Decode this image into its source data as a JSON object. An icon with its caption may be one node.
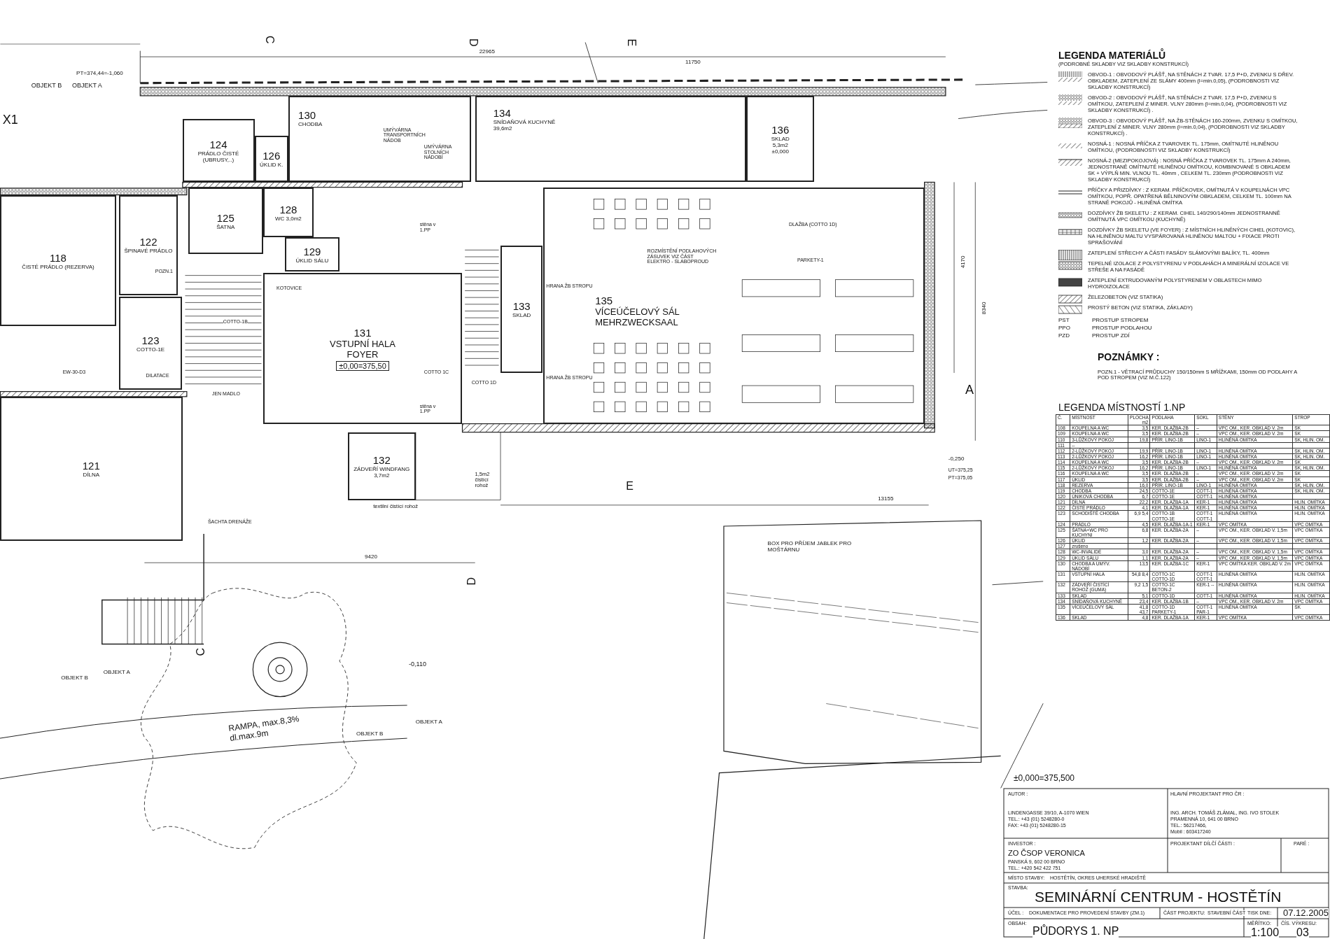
{
  "diagram": {
    "title": "SEMINÁRNÍ CENTRUM - HOSTĚTÍN",
    "nodes": [
      {
        "text": [
          "118",
          "ČISTÉ PRÁDLO (REZERVA)"
        ]
      },
      {
        "text": [
          "122",
          "ŠPINAVÉ PRÁDLO"
        ]
      },
      {
        "text": [
          "123",
          "COTTO-1E"
        ]
      },
      {
        "text": [
          "121",
          "DÍLNA"
        ]
      },
      {
        "text": [
          "124",
          "PRÁDLO ČISTÉ (UBRUSY,..)"
        ]
      },
      {
        "text": [
          "126",
          "ÚKLID K."
        ]
      },
      {
        "text": [
          "125",
          "ŠATNA"
        ]
      },
      {
        "text": [
          "128",
          "WC 3,0m2"
        ]
      },
      {
        "text": [
          "129",
          "ÚKLID SÁLU"
        ]
      },
      {
        "text": [
          "130",
          "CHODBA"
        ]
      },
      {
        "text": [
          "131",
          "VSTUPNÍ HALA FOYER",
          "±0,00=375,50"
        ]
      },
      {
        "text": [
          "132",
          "ZÁDVEŘÍ WINDFANG",
          "3,7m2"
        ]
      },
      {
        "text": [
          "133",
          "SKLAD"
        ]
      },
      {
        "text": [
          "134",
          "SNÍDAŇOVÁ KUCHYNĚ",
          "39,6m2"
        ]
      },
      {
        "text": [
          "135",
          "VÍCEÚČELOVÝ SÁL MEHRZWECKSAAL"
        ]
      },
      {
        "text": [
          "136",
          "SKLAD",
          "5,3m2",
          "±0,000"
        ]
      },
      {
        "text": [
          "BOX PRO PŘÍJEM JABLEK PRO MOŠTÁRNU"
        ]
      },
      {
        "text": [
          "RAMPA, max.8,3%",
          "dl.max.9m"
        ]
      }
    ],
    "labels": [
      "PT=374,44=-1,060",
      "OBJEKT B",
      "OBJEKT A",
      "X1",
      "C",
      "D",
      "E",
      "22965",
      "11750",
      "UMÝVÁRNA TRANSPORTNÍCH NÁDOB",
      "UMÝVÁRNA STOLNÍCH NÁDOBÍ",
      "KOTOVICE",
      "POZN.1",
      "EW-30-D3",
      "COTTO-1B",
      "JEN MADLO",
      "DILATACE",
      "COTTO 1C",
      "COTTO 1D",
      "stěna v 1.PP",
      "stěna v 1.PP",
      "HRANA ŽB STROPU",
      "HRANA ŽB STROPU",
      "ROZMÍSTĚNÍ PODLAHOVÝCH ZÁSUVEK VIZ ČÁST ELEKTRO - SLABOPROUD",
      "DLAŽBA (COTTO 1D)",
      "PARKETY-1",
      "A",
      "-0,250",
      "UT=375,25",
      "PT=375,05",
      "13155",
      "E",
      "9420",
      "ŠACHTA DRENÁŽE",
      "D",
      "C",
      "-0,110",
      "OBJEKT B",
      "OBJEKT A",
      "OBJEKT B",
      "OBJEKT A",
      "textilní čistící rohož",
      "1,5m2 čistící rohož",
      "8340",
      "4170",
      "LEGENDA MATERIÁLŮ",
      "(PODROBNÉ SKLADBY VIZ SKLADBY KONSTRUKCÍ)",
      "PST",
      "PROSTUP STROPEM",
      "PPO",
      "PROSTUP PODLAHOU",
      "PZD",
      "PROSTUP ZDÍ",
      "POZNÁMKY :",
      "POZN.1 - VĚTRACÍ PRŮDUCHY 150/150mm S MŘÍŽKAMI, 150mm OD PODLAHY A POD STROPEM (VIZ M.Č.122)",
      "LEGENDA MÍSTNOSTÍ 1.NP",
      "Č.",
      "MÍSTNOST",
      "PLOCHA m2",
      "PODLAHA",
      "SOKL",
      "STĚNY",
      "STROP",
      "108",
      "KOUPELNA A WC",
      "3,5",
      "KER. DLAŽBA-2B",
      "–",
      "VPC OM., KER. OBKLAD V. 2m",
      "SK",
      "109",
      "KOUPELNA A WC",
      "3,5",
      "KER. DLAŽBA-2B",
      "–",
      "VPC OM., KER. OBKLAD V. 2m",
      "SK",
      "110",
      "3-LŮŽKOVÝ POKOJ",
      "19,8",
      "PŘÍR. LINO-1B",
      "LINO-1",
      "HLINĚNÁ OMÍTKA",
      "SK, HLIN. OM.",
      "111",
      "--",
      "112",
      "2-LŮŽKOVÝ POKOJ",
      "19,9",
      "PŘÍR. LINO-1B",
      "LINO-1",
      "HLINĚNÁ OMÍTKA",
      "SK, HLIN. OM.",
      "113",
      "2-LŮŽKOVÝ POKOJ",
      "16,2",
      "PŘÍR. LINO-1B",
      "LINO-1",
      "HLINĚNÁ OMÍTKA",
      "SK, HLIN. OM.",
      "114",
      "KOUPELNA A WC",
      "3,5",
      "KER. DLAŽBA-2B",
      "–",
      "VPC OM., KER. OBKLAD V. 2m",
      "SK",
      "115",
      "2-LŮŽKOVÝ POKOJ",
      "16,2",
      "PŘÍR. LINO-1B",
      "LINO-1",
      "HLINĚNÁ OMÍTKA",
      "SK, HLIN. OM.",
      "116",
      "KOUPELNA A WC",
      "3,5",
      "KER. DLAŽBA-2B",
      "–",
      "VPC OM., KER. OBKLAD V. 2m",
      "SK",
      "117",
      "ÚKLID",
      "3,5",
      "KER. DLAŽBA-2B",
      "–",
      "VPC OM., KER. OBKLAD V. 2m",
      "SK",
      "118",
      "REZERVA",
      "16,0",
      "PŘÍR. LINO-1B",
      "LINO-1",
      "HLINĚNÁ OMÍTKA",
      "SK, HLIN. OM.",
      "119",
      "CHODBA",
      "24,5",
      "COTTO-1E",
      "COTT-1",
      "HLINĚNÁ OMÍTKA",
      "SK, HLIN. OM.",
      "120",
      "ÚNIKOVÁ CHODBA",
      "6,7",
      "COTTO-1E",
      "COTT-1",
      "HLINĚNÁ OMÍTKA",
      "121",
      "DÍLNA",
      "22,2",
      "KER. DLAŽBA-1A",
      "KER-1",
      "HLINĚNÁ OMÍTKA",
      "HLIN. OMÍTKA",
      "122",
      "ČISTÉ PRÁDLO",
      "4,1",
      "KER. DLAŽBA-1A",
      "KER-1",
      "HLINĚNÁ OMÍTKA",
      "HLIN. OMÍTKA",
      "123",
      "SCHODIŠTĚ CHODBA",
      "6,9 5,4",
      "COTTO-1B COTTO-1E",
      "COTT-1 COTT-1",
      "HLINĚNÁ OMÍTKA",
      "HLIN. OMÍTKA",
      "124",
      "PRÁDLO",
      "4,5",
      "KER. DLAŽBA-1A-1",
      "KER-1",
      "VPC OMÍTKA",
      "VPC OMÍTKA",
      "125",
      "ŠATNA+WC PRO KUCHYNI",
      "6,8",
      "KER. DLAŽBA-2A",
      "–",
      "VPC OM., KER. OBKLAD V. 1,5m",
      "VPC OMÍTKA",
      "126",
      "ÚKLID",
      "1,2",
      "KER. DLAŽBA-2A",
      "–",
      "VPC OM., KER. OBKLAD V. 1,5m",
      "VPC OMÍTKA",
      "127",
      "zrušeno",
      "128",
      "WC-INVALIDÉ",
      "3,0",
      "KER. DLAŽBA-2A",
      "–",
      "VPC OM., KER. OBKLAD V. 1,5m",
      "VPC OMÍTKA",
      "129",
      "ÚKLID SÁLU",
      "1,1",
      "KER. DLAŽBA-2A",
      "–",
      "VPC OM., KER. OBKLAD V. 1,5m",
      "VPC OMÍTKA",
      "130",
      "CHODBA A UMÝV. NÁDOBÍ",
      "13,5",
      "KER. DLAŽBA-1C",
      "KER-1",
      "VPC OMÍTKA KER. OBKLAD V. 2m",
      "VPC OMÍTKA",
      "131",
      "VSTUPNÍ HALA",
      "54,8 8,4",
      "COTTO-1C COTTO-1D",
      "COTT-1 COTT-1",
      "HLINĚNÁ OMÍTKA",
      "HLIN. OMÍTKA",
      "132",
      "ZÁDVEŘÍ ČISTÍCÍ ROHOŽ (GUMA)",
      "9,2 1,5",
      "COTTO-1C BETON-2",
      "KER-1 --",
      "HLINĚNÁ OMÍTKA",
      "HLIN. OMÍTKA",
      "133",
      "SKLAD",
      "5,1",
      "COTTO-1D",
      "COTT-1",
      "HLINĚNÁ OMÍTKA",
      "HLIN. OMÍTKA",
      "134",
      "SNÍDAŇOVÁ KUCHYNĚ",
      "23,4",
      "KER. DLAŽBA-1B",
      "–",
      "VPC OM., KER. OBKLAD V. 2m",
      "VPC OMÍTKA",
      "135",
      "VÍCEÚČELOVÝ SÁL",
      "41,8 43,7",
      "COTTO-1D PARKETY-1",
      "COTT-1 PAR-1",
      "HLINĚNÁ OMÍTKA",
      "SK",
      "136",
      "SKLAD",
      "4,8",
      "KER. DLAŽBA-1A",
      "KER-1",
      "VPC OMÍTKA",
      "VPC OMÍTKA",
      "±0,000=375,500",
      "AUTOR :",
      "LINDENGASSE 39/10, A-1070 WIEN",
      "TEL.: +43 (01) 5248280-0",
      "FAX: +43 (01) 5248280-15",
      "HLAVNÍ PROJEKTANT PRO ČR :",
      "ING. ARCH. TOMÁŠ ZLÁMAL, ING. IVO STOLEK",
      "PRAMENNÁ 10, 641 00 BRNO",
      "TEL.: 56217466,",
      "Mobil : 603417240",
      "INVESTOR :",
      "ZO ČSOP VERONICA",
      "PANSKÁ 9, 602 00 BRNO",
      "TEL.: +420 542 422 751",
      "PROJEKTANT DÍLČÍ ČÁSTI :",
      "PARÉ :",
      "MÍSTO STAVBY:",
      "HOSTĚTÍN, OKRES UHERSKÉ HRADIŠTĚ",
      "STAVBA:",
      "ÚČEL :",
      "DOKUMENTACE PRO PROVEDENÍ STAVBY (ZM.1)",
      "ČÁST PROJEKTU:",
      "STAVEBNÍ ČÁST",
      "TISK DNE:",
      "07.12.2005",
      "OBSAH:",
      "PŮDORYS 1. NP",
      "MĚŘÍTKO:",
      "1:100",
      "ČÍS. VÝKRESU:",
      "03"
    ],
    "legend": [
      {
        "text": "OBVOD-1 : OBVODOVÝ PLÁŠŤ, NA STĚNÁCH Z TVAR. 17,5 P+D, ZVENKU S DŘEV. OBKLADEM, ZATEPLENÍ ZE SLÁMY 400mm (l=min.0,05), (PODROBNOSTI VIZ SKLADBY KONSTRUKCÍ)"
      },
      {
        "text": "OBVOD-2 : OBVODOVÝ PLÁŠŤ, NA STĚNÁCH Z TVAR. 17,5 P+D, ZVENKU S OMÍTKOU, ZATEPLENÍ Z MINER. VLNY 280mm (l=min.0,04), (PODROBNOSTI VIZ SKLADBY KONSTRUKCÍ) ."
      },
      {
        "text": "OBVOD-3 : OBVODOVÝ PLÁŠŤ, NA ŽB-STĚNÁCH 160-200mm, ZVENKU S OMÍTKOU, ZATEPLENÍ Z MINER. VLNY 280mm (l=min.0,04), (PODROBNOSTI VIZ SKLADBY KONSTRUKCÍ) ."
      },
      {
        "text": "NOSNÁ-1 : NOSNÁ PŘÍČKA Z TVAROVEK TL. 175mm, OMÍTNUTÉ HLINĚNOU OMÍTKOU, (PODROBNOSTI VIZ SKLADBY KONSTRUKCÍ)"
      },
      {
        "text": "NOSNÁ-2 (MEZIPOKOJOVÁ) : NOSNÁ PŘÍČKA Z TVAROVEK TL. 175mm A 240mm, JEDNOSTRANĚ OMÍTNUTÉ HLINĚNOU OMÍTKOU, KOMBINOVANÉ S OBKLADEM SK + VÝPLŇ MIN. VLNOU TL. 40mm , CELKEM TL. 230mm (PODROBNOSTI VIZ SKLADBY KONSTRUKCÍ)"
      },
      {
        "text": "PŘÍČKY A PŘIZDÍVKY : Z KERAM. PŘÍČKOVEK, OMÍTNUTÁ V KOUPELNÁCH VPC OMÍTKOU, POPŘ. OPATŘENÁ BĚLNINOVÝM OBKLADEM, CELKEM TL. 100mm NA STRANĚ POKOJŮ - HLINĚNÁ OMÍTKA"
      },
      {
        "text": "DOZDÍVKY ŽB SKELETU : Z KERAM. CIHEL 140/290/140mm JEDNOSTRANNĚ OMÍTNUTÁ VPC OMÍTKOU (KUCHYNĚ)"
      },
      {
        "text": "DOZDÍVKY ŽB SKELETU (VE FOYER) : Z MÍSTNÍCH HLINĚNÝCH CIHEL (KOTOVIC), NA HLINĚNOU MALTU VYSPÁROVANÁ HLINĚNOU MALTOU + FIXACE PROTI SPRAŠOVÁNÍ"
      },
      {
        "text": "ZATEPLENÍ STŘECHY A ČÁSTI FASÁDY SLÁMOVÝMI BALÍKY, TL. 400mm"
      },
      {
        "text": "TEPELNÉ IZOLACE Z POLYSTYRENU V PODLAHÁCH A MINERÁLNÍ IZOLACE VE STŘEŠE A NA FASÁDĚ"
      },
      {
        "text": "ZATEPLENÍ EXTRUDOVANÝM POLYSTYRENEM V OBLASTECH MIMO HYDROIZOLACE"
      },
      {
        "text": "ŽELEZOBETON (VIZ STATIKA)"
      },
      {
        "text": "PROSTÝ BETON (VIZ STATIKA, ZÁKLADY)"
      }
    ]
  }
}
